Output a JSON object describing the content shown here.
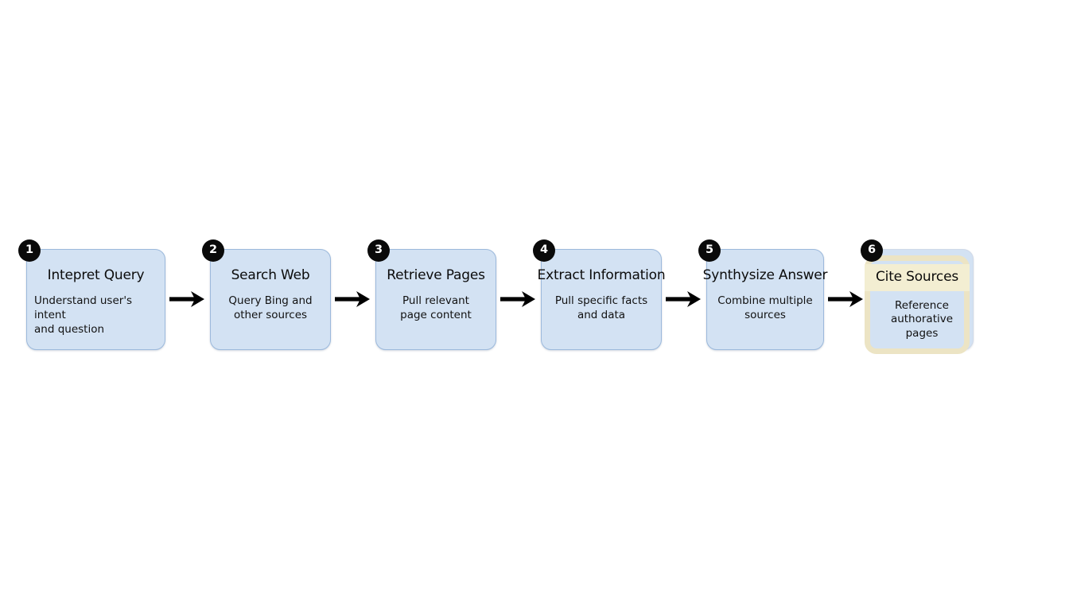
{
  "diagram": {
    "type": "horizontal-process-flow",
    "background_color": "#ffffff",
    "box_fill_color": "#d3e2f3",
    "box_border_color": "#9cb9dc",
    "badge_color": "#0a0a0a",
    "badge_text_color": "#ffffff",
    "highlight_fill_color": "#f3eed2",
    "highlight_border_color": "#ece4c4",
    "arrow_color": "#000000",
    "arrow_icon": "arrow-right-icon",
    "steps": [
      {
        "number": "1",
        "title": "Intepret Query",
        "description": "Understand user's intent and question",
        "desc_line_1": "Understand user's intent",
        "desc_line_2": "and question",
        "style": "blue",
        "align": "left"
      },
      {
        "number": "2",
        "title": "Search Web",
        "description": "Query Bing and other sources",
        "desc_line_1": "Query Bing and",
        "desc_line_2": "other sources",
        "style": "blue",
        "align": "center"
      },
      {
        "number": "3",
        "title": "Retrieve Pages",
        "description": "Pull relevant page content",
        "desc_line_1": "Pull relevant",
        "desc_line_2": "page content",
        "style": "blue",
        "align": "center"
      },
      {
        "number": "4",
        "title": "Extract Information",
        "description": "Pull specific facts and data",
        "desc_line_1": "Pull specific facts",
        "desc_line_2": "and data",
        "style": "blue",
        "align": "center"
      },
      {
        "number": "5",
        "title": "Synthysize Answer",
        "description": "Combine multiple sources",
        "desc_line_1": "Combine multiple",
        "desc_line_2": "sources",
        "style": "blue",
        "align": "center"
      },
      {
        "number": "6",
        "title": "Cite Sources",
        "description": "Reference authorative pages",
        "desc_line_1": "Reference",
        "desc_line_2": "authorative",
        "desc_line_3": "pages",
        "style": "highlighted",
        "align": "center"
      }
    ]
  }
}
